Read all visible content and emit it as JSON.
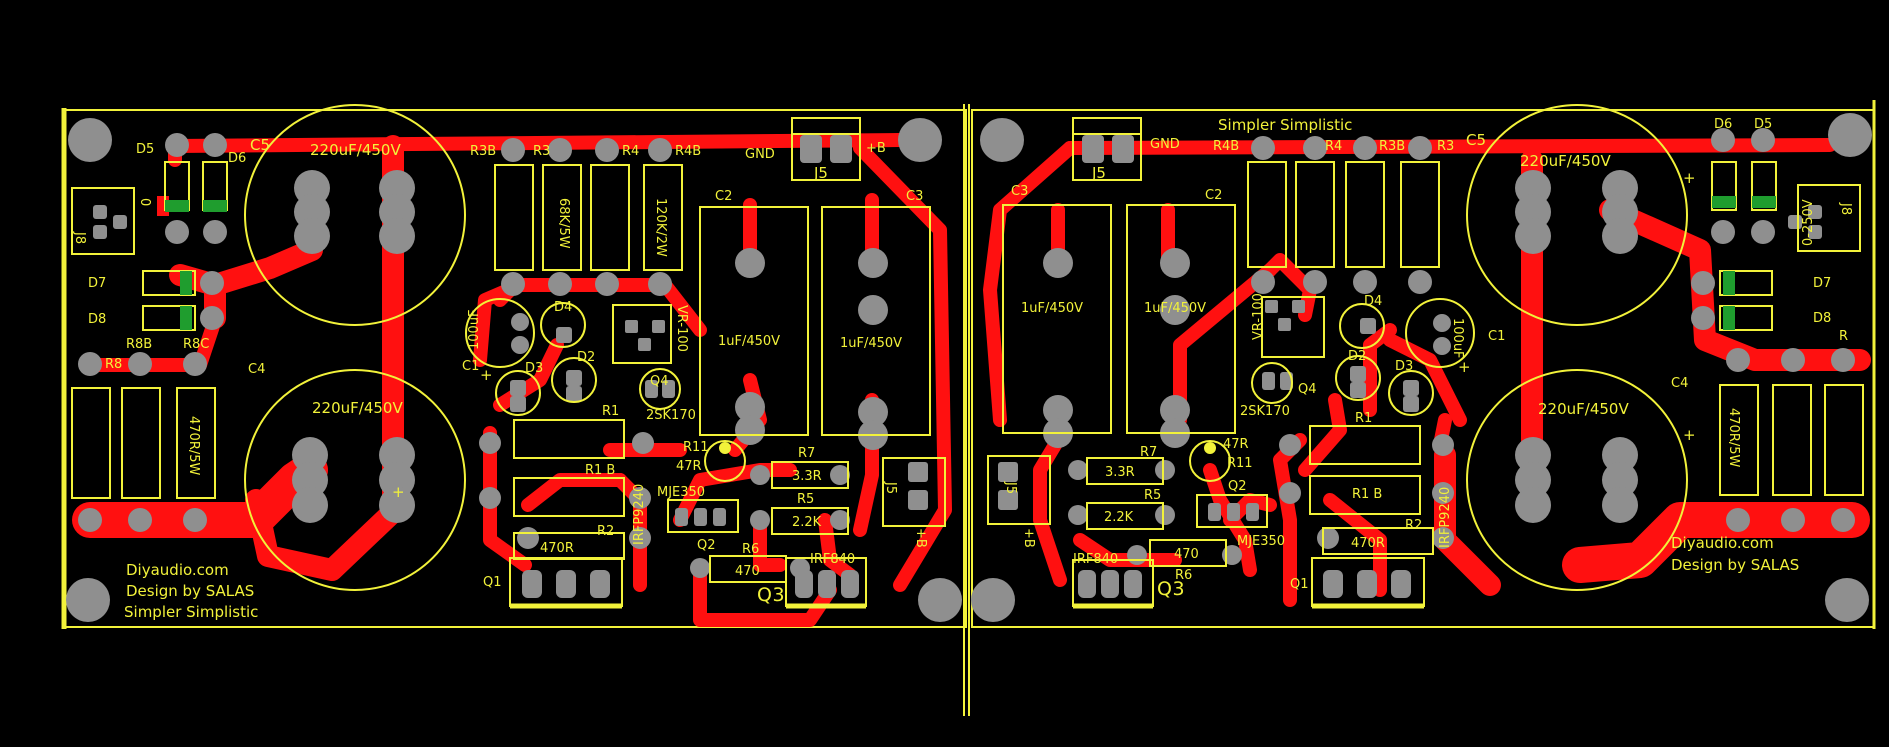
{
  "colors": {
    "background": "#000000",
    "silkscreen": "#f2f23a",
    "copper": "#ff1010",
    "pad": "#8f8f8f",
    "led": "#1f9d2e"
  },
  "boards": {
    "left": {
      "title": "Simpler Simplistic",
      "credit_site": "Diyaudio.com",
      "credit_author": "Design by SALAS",
      "labels": {
        "c5": "C5",
        "d5": "D5",
        "d6": "D6",
        "j8": "J8",
        "j8_alt": "0",
        "d7": "D7",
        "d8": "D8",
        "r8b": "R8B",
        "r8c": "R8C",
        "r8": "R8",
        "c4": "C4",
        "c5_value": "220uF/450V",
        "c4_value": "220uF/450V",
        "r8c_value": "470R/5W",
        "r3b": "R3B",
        "r3": "R3",
        "r4": "R4",
        "r4b": "R4B",
        "r3_value": "68K/5W",
        "r4_value": "120K/2W",
        "gnd": "GND",
        "j5_top": "J5",
        "plus_b": "+B",
        "c2": "C2",
        "c3": "C3",
        "c2_value": "1uF/450V",
        "c3_value": "1uF/450V",
        "c1": "C1",
        "c1_value": "100uF",
        "d4": "D4",
        "d2": "D2",
        "d3": "D3",
        "vr": "VR-100",
        "q4": "Q4",
        "q4_part": "2SK170",
        "r1": "R1",
        "r1b": "R1 B",
        "r11": "R11",
        "r11_value": "47R",
        "r7": "R7",
        "r7_value": "3.3R",
        "r5": "R5",
        "r5_value": "2.2K",
        "mje": "MJE350",
        "r2": "R2",
        "r2_value": "470R",
        "q2": "Q2",
        "r6": "R6",
        "r6_value": "470",
        "irf": "IRF840",
        "q1": "Q1",
        "irfp": "IRFP9240",
        "q3": "Q3",
        "j5_side": "J5",
        "plus_b_side": "+B"
      }
    },
    "right": {
      "title": "Simpler Simplistic",
      "credit_site": "Diyaudio.com",
      "credit_author": "Design by SALAS",
      "labels": {
        "c3": "C3",
        "gnd": "GND",
        "j5_top": "J5",
        "r4b": "R4B",
        "r4": "R4",
        "r3b": "R3B",
        "r3": "R3",
        "c2": "C2",
        "c5": "C5",
        "c5_value": "220uF/450V",
        "c4_value": "220uF/450V",
        "d6": "D6",
        "d5": "D5",
        "j8": "J8",
        "j8_alt": "0-250V",
        "c3_value": "1uF/450V",
        "c2_value": "1uF/450V",
        "vr": "VR-100",
        "d4": "D4",
        "c1": "C1",
        "c1_value": "100uF",
        "d7": "D7",
        "d8": "D8",
        "r": "R",
        "d2": "D2",
        "d3": "D3",
        "q4": "Q4",
        "q4_part": "2SK170",
        "c4": "C4",
        "r1": "R1",
        "r1b": "R1 B",
        "r7": "R7",
        "r7_value": "3.3R",
        "r11": "R11",
        "r11_value": "47R",
        "r5": "R5",
        "r5_value": "2.2K",
        "q2": "Q2",
        "mje": "MJE350",
        "r6": "R6",
        "r6_value": "470",
        "r2": "R2",
        "r2_value": "470R",
        "r8_value": "470R/5W",
        "irf": "IRF840",
        "q3": "Q3",
        "q1": "Q1",
        "irfp": "IRFP9240",
        "j5_side": "J5",
        "plus_b_side": "+B"
      }
    }
  }
}
